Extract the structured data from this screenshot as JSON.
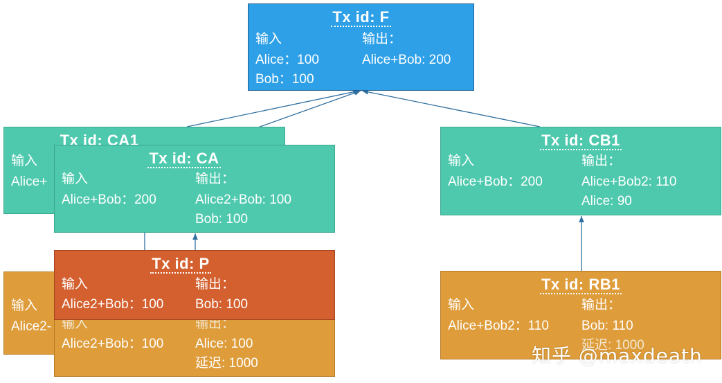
{
  "common": {
    "input_label": "输入",
    "output_label": "输出："
  },
  "box_f": {
    "title": "Tx id: F",
    "inputs": [
      "Alice：100",
      "Bob：100"
    ],
    "outputs": [
      "Alice+Bob: 200"
    ]
  },
  "box_ca1": {
    "title": "Tx id: CA1",
    "inputs": [
      "Alice+"
    ]
  },
  "box_ca": {
    "title": "Tx id: CA",
    "inputs": [
      "Alice+Bob：200"
    ],
    "outputs": [
      "Alice2+Bob: 100",
      "Bob: 100"
    ]
  },
  "box_cb1": {
    "title": "Tx id: CB1",
    "inputs": [
      "Alice+Bob：200"
    ],
    "outputs": [
      "Alice+Bob2: 110",
      "Alice: 90"
    ]
  },
  "box_back_orange": {
    "inputs": [
      "Alice2-"
    ]
  },
  "box_p": {
    "title": "Tx id: P",
    "inputs": [
      "Alice2+Bob：100"
    ],
    "outputs": [
      "Bob: 100"
    ]
  },
  "box_p_under": {
    "input_label": "输入",
    "output_label": "输出：",
    "inputs": [
      "Alice2+Bob：100"
    ],
    "outputs": [
      "Alice: 100",
      "延迟: 1000"
    ]
  },
  "box_rb1": {
    "title": "Tx id: RB1",
    "inputs": [
      "Alice+Bob2：110"
    ],
    "outputs": [
      "Bob: 110",
      "延迟: 1000"
    ]
  },
  "watermark": "知乎 @maxdeath"
}
